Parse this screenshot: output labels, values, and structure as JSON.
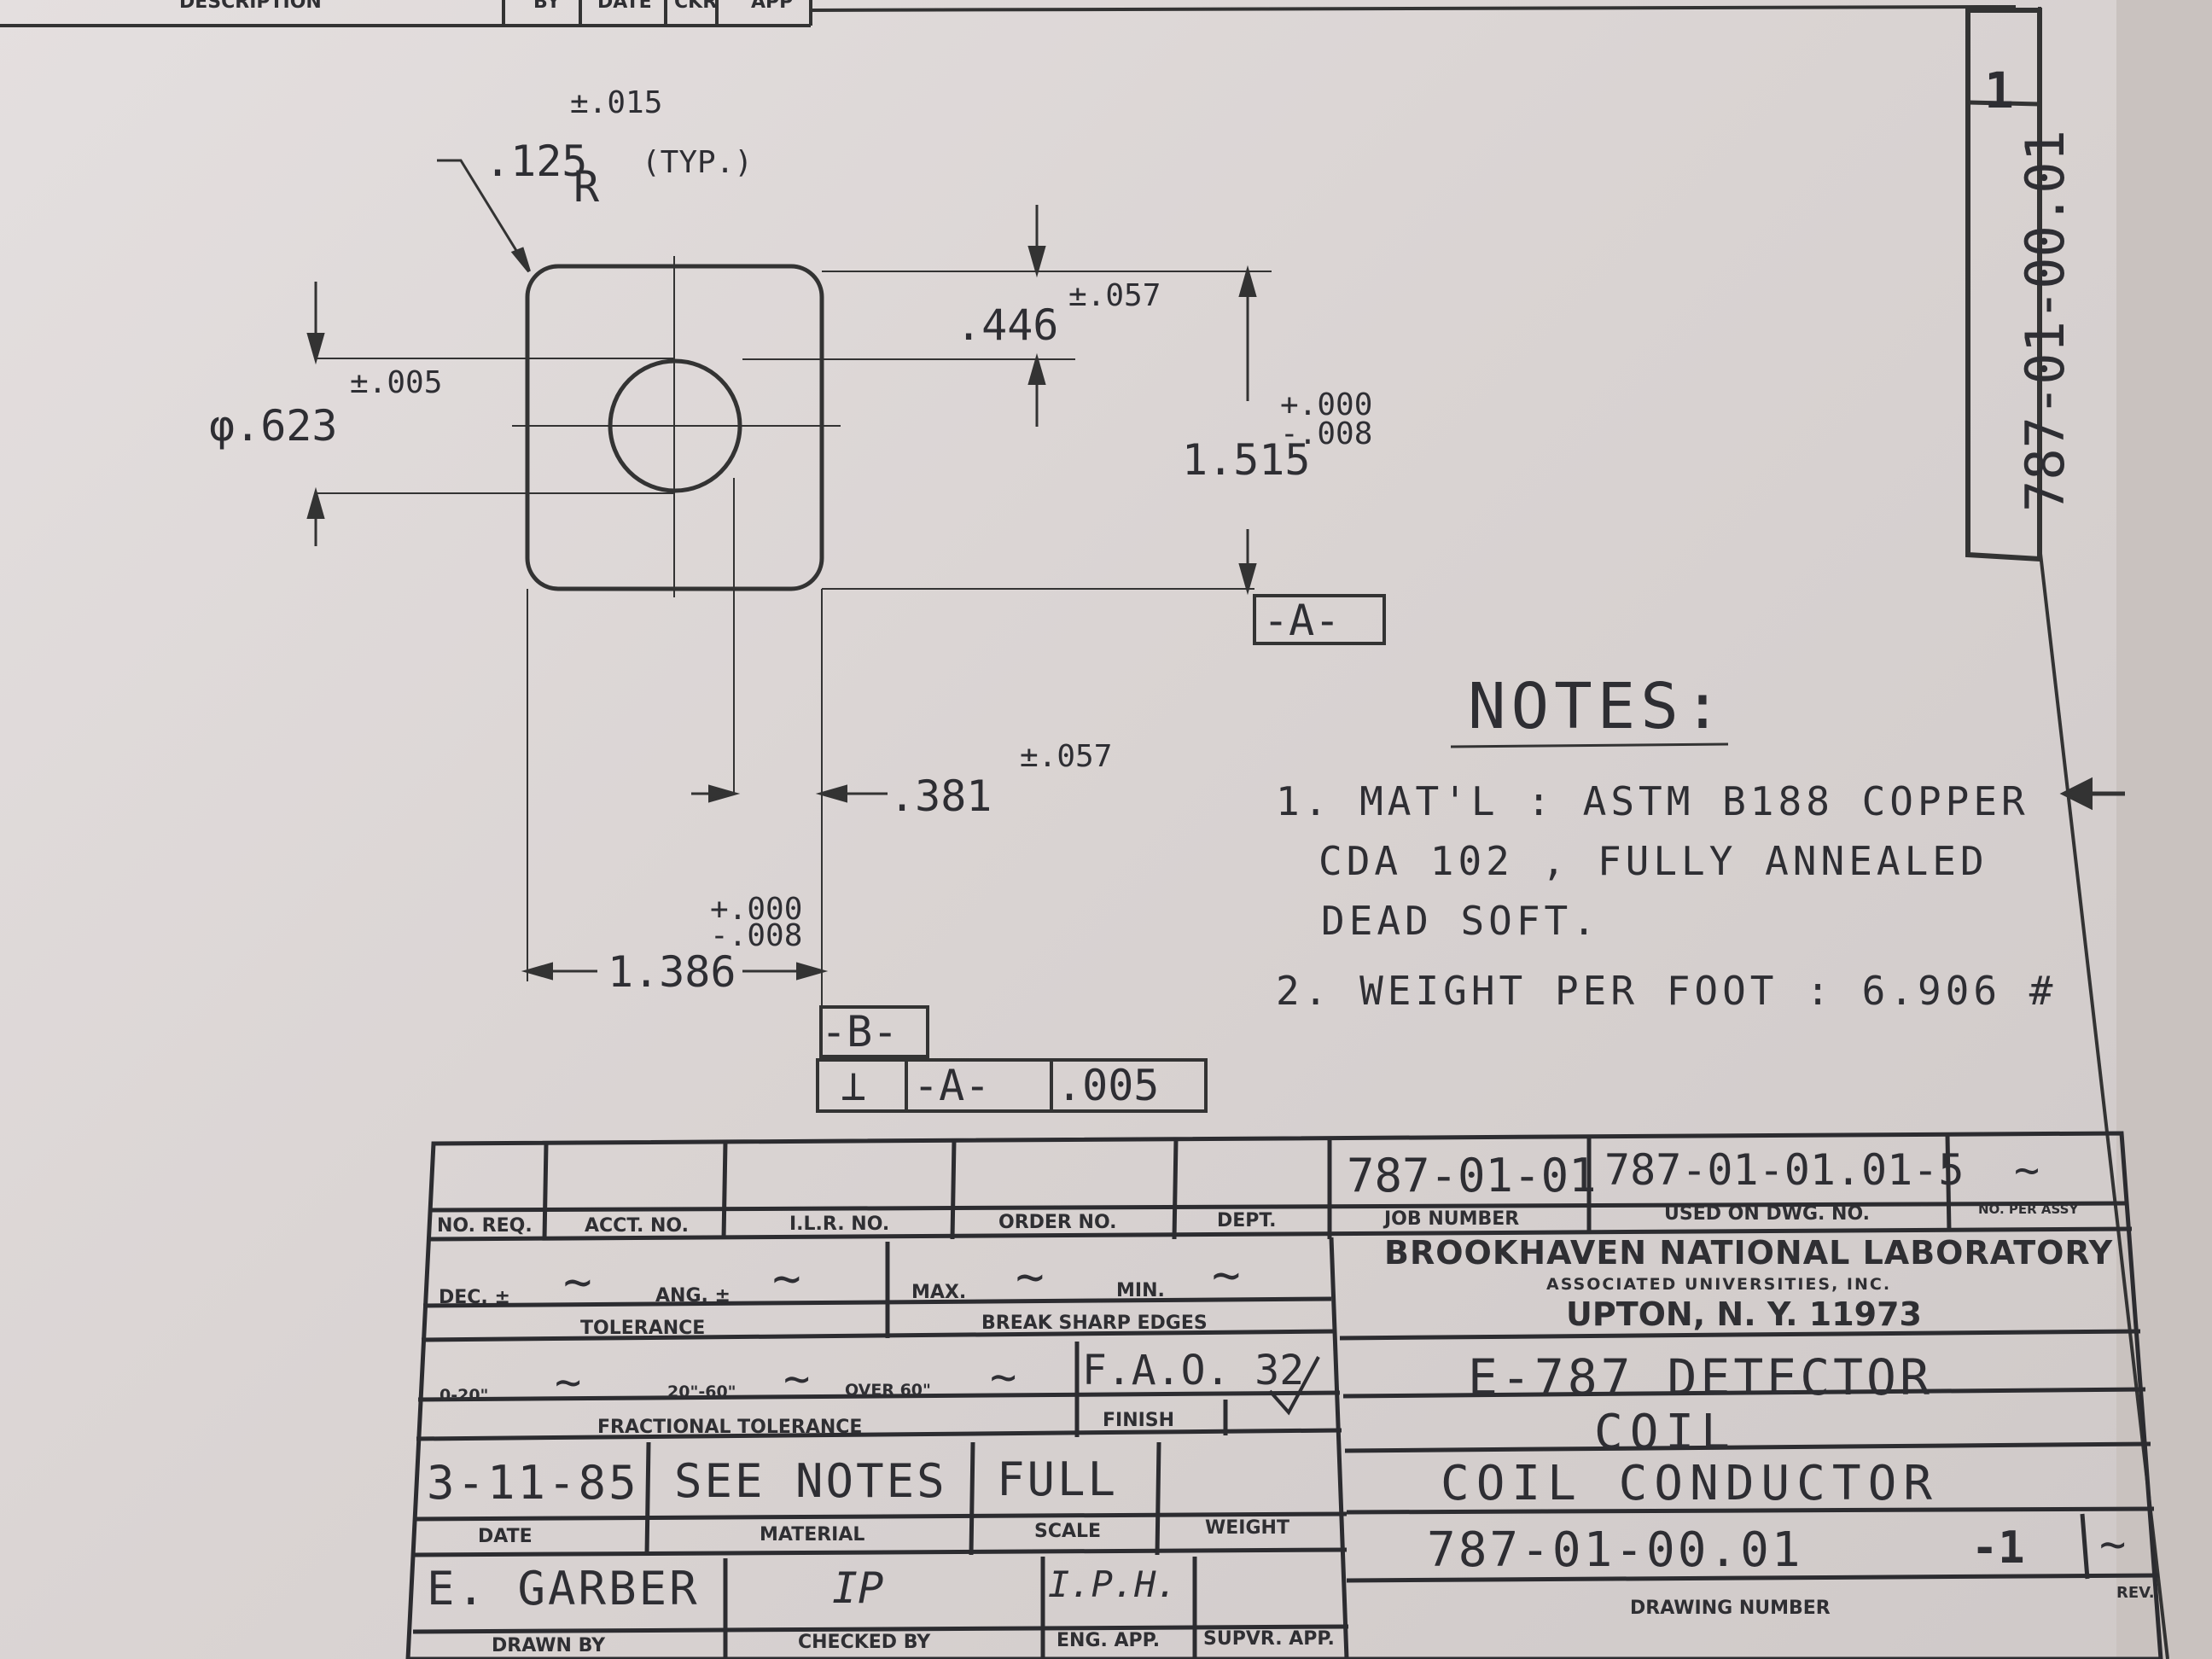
{
  "revision_header": {
    "description": "DESCRIPTION",
    "by": "BY",
    "date": "DATE",
    "ckr": "CKR",
    "app": "APP"
  },
  "side_drawing_number": "787-01-00.01",
  "side_rev": "1",
  "dimensions": {
    "corner_tol": "±.015",
    "corner_radius": ".125",
    "corner_r": "R",
    "corner_typ": "(TYP.)",
    "hole_dia": "φ.623",
    "hole_tol": "±.005",
    "top_offset": ".446",
    "top_offset_tol": "±.057",
    "height": "1.515",
    "height_tol_plus": "+.000",
    "height_tol_minus": "-.008",
    "side_offset": ".381",
    "side_offset_tol": "±.057",
    "width": "1.386",
    "width_tol_plus": "+.000",
    "width_tol_minus": "-.008",
    "datum_a": "-A-",
    "datum_b": "-B-",
    "fcf_symbol": "⊥",
    "fcf_datum": "-A-",
    "fcf_value": ".005"
  },
  "notes": {
    "title": "NOTES:",
    "line1": "1. MAT'L : ASTM B188 COPPER",
    "line2": "CDA 102 , FULLY ANNEALED",
    "line3": "DEAD SOFT.",
    "line4": "2. WEIGHT PER FOOT : 6.906 #"
  },
  "title_block": {
    "labels": {
      "no_req": "NO. REQ.",
      "acct_no": "ACCT. NO.",
      "ilr_no": "I.L.R. NO.",
      "order_no": "ORDER NO.",
      "dept": "DEPT.",
      "job_number": "JOB NUMBER",
      "used_on": "USED ON DWG. NO.",
      "no_per_assy": "NO. PER ASSY",
      "dec": "DEC. ±",
      "ang": "ANG. ±",
      "tolerance": "TOLERANCE",
      "max": "MAX.",
      "min": "MIN.",
      "break_edges": "BREAK SHARP EDGES",
      "frac_0": "0-20\"",
      "frac_20": "20\"-60\"",
      "frac_60": "OVER 60\"",
      "fractional_tolerance": "FRACTIONAL TOLERANCE",
      "finish": "FINISH",
      "date": "DATE",
      "material": "MATERIAL",
      "scale": "SCALE",
      "weight": "WEIGHT",
      "drawn_by": "DRAWN BY",
      "checked_by": "CHECKED BY",
      "eng_app": "ENG. APP.",
      "supvr_app": "SUPVR. APP.",
      "drawing_number": "DRAWING NUMBER",
      "rev": "REV."
    },
    "values": {
      "job_number": "787-01-01",
      "used_on": "787-01-01.01-5",
      "no_per_assy": "~",
      "dec": "~",
      "ang": "~",
      "max": "~",
      "min": "~",
      "frac_0": "~",
      "frac_20": "~",
      "frac_60": "~",
      "finish": "F.A.O. 32",
      "date": "3-11-85",
      "material": "SEE NOTES",
      "scale": "FULL",
      "drawn_by": "E. GARBER",
      "checked_by": "IP",
      "eng_app": "I.P.H.",
      "drawing_number": "787-01-00.01",
      "sheet": "-1",
      "rev": "~"
    },
    "lab_name": "BROOKHAVEN NATIONAL LABORATORY",
    "lab_assoc": "ASSOCIATED UNIVERSITIES, INC.",
    "lab_city": "UPTON, N. Y. 11973",
    "title_line1": "E-787 DETECTOR",
    "title_line2": "COIL",
    "title_line3": "COIL CONDUCTOR"
  }
}
